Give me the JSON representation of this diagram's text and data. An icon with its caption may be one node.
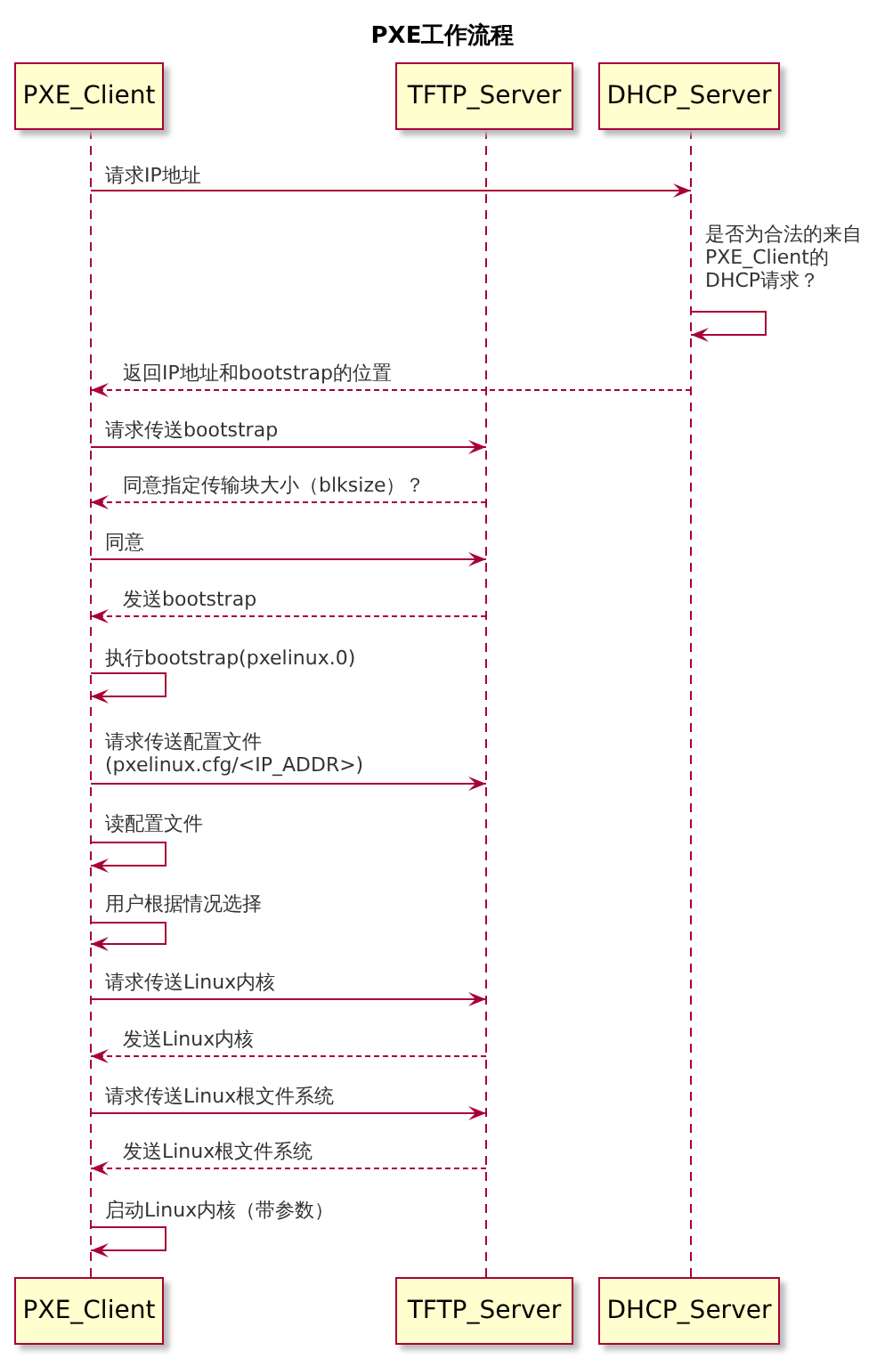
{
  "diagram": {
    "title": "PXE工作流程",
    "nodes": [
      {
        "text": [
          "PXE_Client"
        ]
      },
      {
        "text": [
          "TFTP_Server"
        ]
      },
      {
        "text": [
          "DHCP_Server"
        ]
      },
      {
        "text": [],
        "shape": "line"
      },
      {
        "text": [],
        "shape": "line"
      },
      {
        "text": [],
        "shape": "line"
      },
      {
        "text": [
          "PXE_Client"
        ]
      },
      {
        "text": [
          "TFTP_Server"
        ]
      },
      {
        "text": [
          "DHCP_Server"
        ]
      }
    ],
    "edges": [
      {
        "from": 3,
        "to": 5,
        "arrow": "to",
        "label": "请求IP地址"
      },
      {
        "from": 5,
        "to": 5,
        "arrow": "to",
        "label": "是否为合法的来自PXE_Client的DHCP请求？"
      },
      {
        "from": 5,
        "to": 3,
        "arrow": "to",
        "label": "返回IP地址和bootstrap的位置",
        "style": "dashed"
      },
      {
        "from": 3,
        "to": 4,
        "arrow": "to",
        "label": "请求传送bootstrap"
      },
      {
        "from": 4,
        "to": 3,
        "arrow": "to",
        "label": "同意指定传输块大小（blksize）？",
        "style": "dashed"
      },
      {
        "from": 3,
        "to": 4,
        "arrow": "to",
        "label": "同意"
      },
      {
        "from": 4,
        "to": 3,
        "arrow": "to",
        "label": "发送bootstrap",
        "style": "dashed"
      },
      {
        "from": 3,
        "to": 3,
        "arrow": "to",
        "label": "执行bootstrap(pxelinux.0)"
      },
      {
        "from": 3,
        "to": 4,
        "arrow": "to",
        "label": "请求传送配置文件(pxelinux.cfg/<IP_ADDR>)"
      },
      {
        "from": 3,
        "to": 3,
        "arrow": "to",
        "label": "读配置文件"
      },
      {
        "from": 3,
        "to": 3,
        "arrow": "to",
        "label": "用户根据情况选择"
      },
      {
        "from": 3,
        "to": 4,
        "arrow": "to",
        "label": "请求传送Linux内核"
      },
      {
        "from": 4,
        "to": 3,
        "arrow": "to",
        "label": "发送Linux内核",
        "style": "dashed"
      },
      {
        "from": 3,
        "to": 4,
        "arrow": "to",
        "label": "请求传送Linux根文件系统"
      },
      {
        "from": 4,
        "to": 3,
        "arrow": "to",
        "label": "发送Linux根文件系统",
        "style": "dashed"
      },
      {
        "from": 3,
        "to": 3,
        "arrow": "to",
        "label": "启动Linux内核（带参数）"
      }
    ]
  }
}
